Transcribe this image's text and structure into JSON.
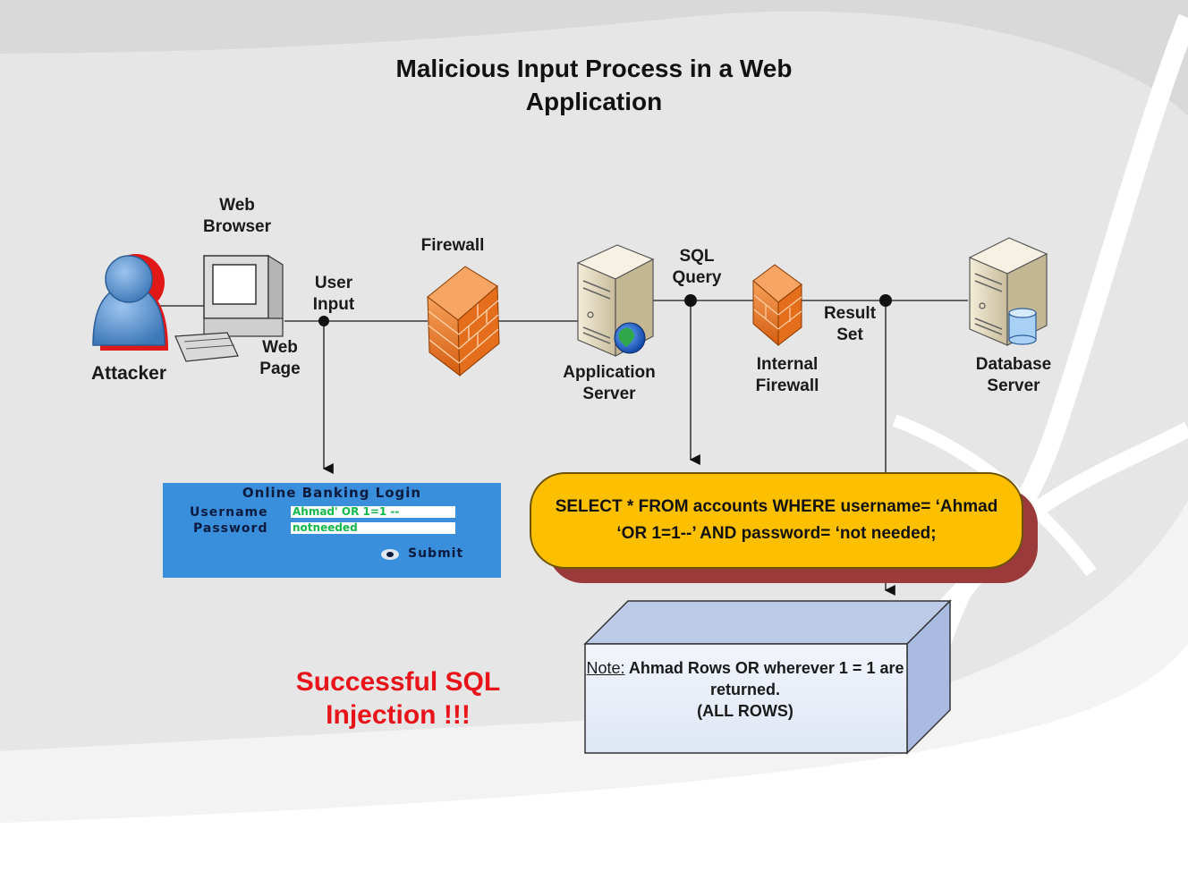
{
  "title": "Malicious Input Process in a Web Application",
  "nodes": {
    "attacker": "Attacker",
    "web_browser": [
      "Web",
      "Browser"
    ],
    "web_page": [
      "Web",
      "Page"
    ],
    "user_input": [
      "User",
      "Input"
    ],
    "firewall": "Firewall",
    "app_server": [
      "Application",
      "Server"
    ],
    "sql_query": [
      "SQL",
      "Query"
    ],
    "internal_firewall": [
      "Internal",
      "Firewall"
    ],
    "result_set": [
      "Result",
      "Set"
    ],
    "database_server": [
      "Database",
      "Server"
    ]
  },
  "login_form": {
    "title": "Online Banking Login",
    "username_label": "Username",
    "username_value": "Ahmad' OR 1=1 --",
    "password_label": "Password",
    "password_value": "notneeded",
    "submit_label": "Submit"
  },
  "sql_statement": "SELECT * FROM accounts WHERE username= ‘Ahmad ‘OR 1=1--’ AND password= ‘not needed;",
  "note": {
    "label": "Note:",
    "text": "Ahmad Rows OR wherever 1 = 1 are returned.",
    "emphasis": "(ALL ROWS)"
  },
  "result_message": [
    "Successful SQL",
    "Injection !!!"
  ],
  "colors": {
    "background_swoosh": "#e6e6e6",
    "login_panel": "#3a8fdc",
    "sql_box": "#fcc000",
    "sql_shadow": "#9a3a3a",
    "note_box": "#e8eef8",
    "result_text": "#e8141a",
    "firewall_brick": "#f07020",
    "attacker": "#5b95cf"
  }
}
